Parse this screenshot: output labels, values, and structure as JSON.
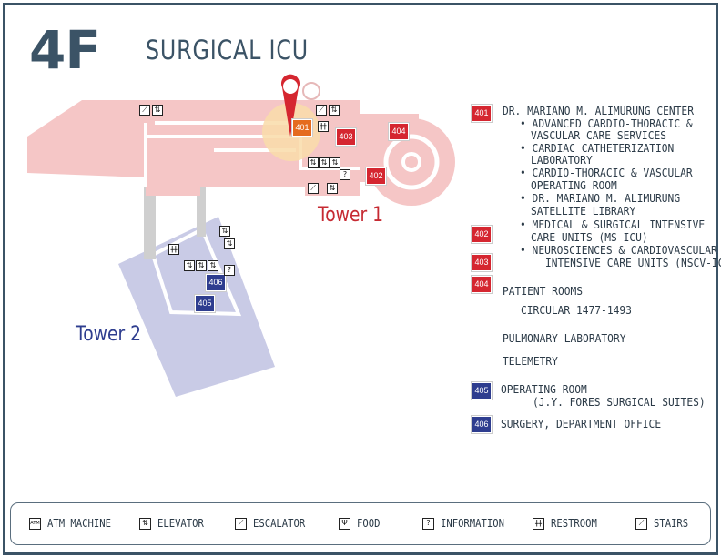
{
  "floor": "4F",
  "title": "SURGICAL ICU",
  "towers": {
    "t1": "Tower 1",
    "t2": "Tower 2"
  },
  "badges": {
    "b401": "401",
    "b402": "402",
    "b403": "403",
    "b404": "404",
    "b405": "405",
    "b406": "406"
  },
  "directory": {
    "l1": "DR. MARIANO M. ALIMURUNG CENTER",
    "l2": "• ADVANCED CARDIO-THORACIC &",
    "l3": "VASCULAR CARE SERVICES",
    "l4": "• CARDIAC CATHETERIZATION",
    "l5": "LABORATORY",
    "l6": "• CARDIO-THORACIC & VASCULAR",
    "l7": "OPERATING ROOM",
    "l8": "• DR. MARIANO M. ALIMURUNG",
    "l9": "SATELLITE LIBRARY",
    "l10": "• MEDICAL & SURGICAL INTENSIVE",
    "l11": "CARE UNITS (MS-ICU)",
    "l12": "• NEUROSCIENCES & CARDIOVASCULAR",
    "l13": "INTENSIVE CARE UNITS (NSCV-ICU)",
    "l14": "PATIENT ROOMS",
    "l15": "CIRCULAR 1477-1493",
    "l16": "PULMONARY LABORATORY",
    "l17": "TELEMETRY",
    "l18": "OPERATING ROOM",
    "l19": "(J.Y. FORES SURGICAL SUITES)",
    "l20": "SURGERY, DEPARTMENT OFFICE"
  },
  "legend": {
    "atm": "ATM MACHINE",
    "elevator": "ELEVATOR",
    "escalator": "ESCALATOR",
    "food": "FOOD",
    "information": "INFORMATION",
    "restroom": "RESTROOM",
    "stairs": "STAIRS"
  },
  "icons": {
    "atm": "ATM",
    "elevator": "⇅",
    "escalator": "⟋",
    "food": "Ψ",
    "information": "?",
    "restroom": "ǂǂ",
    "stairs": "⟋"
  },
  "colors": {
    "tower1": "#f5c6c6",
    "tower2": "#c9cbe6",
    "red": "#d52630",
    "blue": "#2e3d8f",
    "orange": "#e56b1e",
    "dark": "#3b5366"
  }
}
